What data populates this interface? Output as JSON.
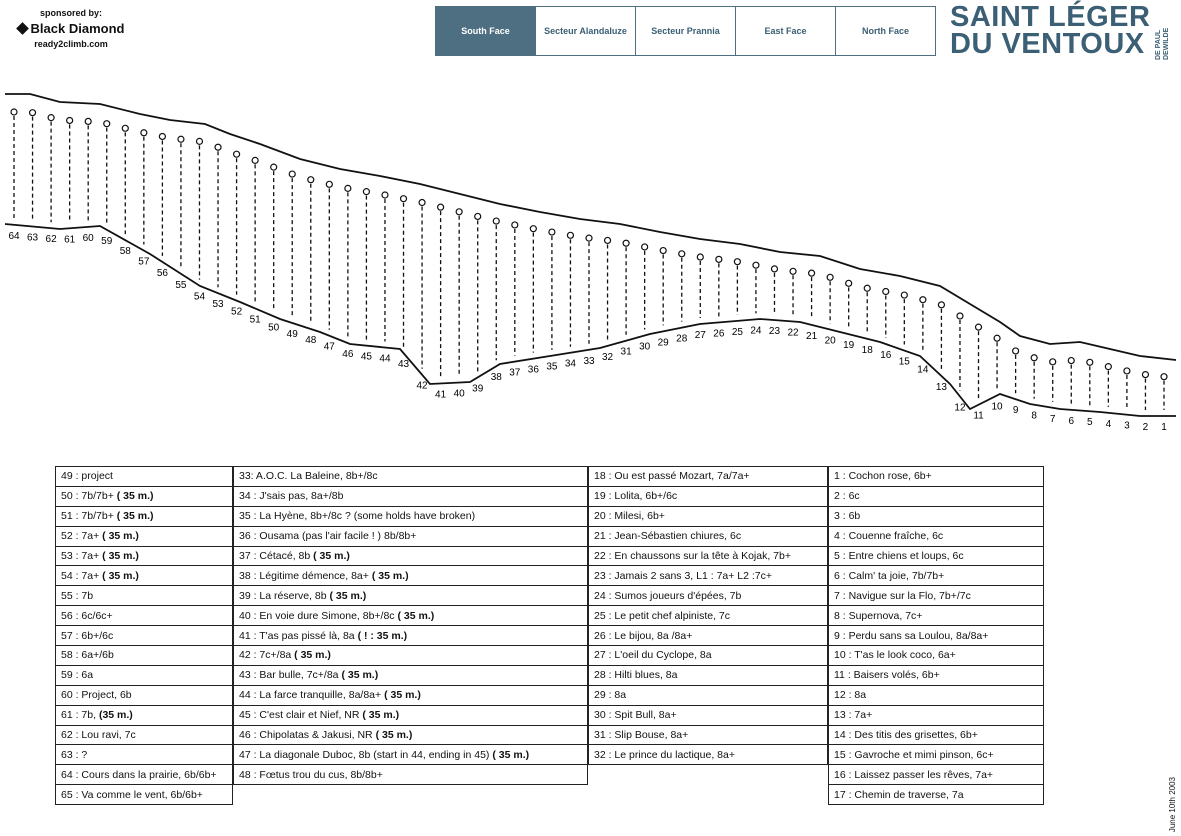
{
  "sponsor": {
    "label": "sponsored by:",
    "brand": "Black Diamond",
    "url": "ready2climb.com"
  },
  "tabs": [
    {
      "label": "South Face",
      "active": true
    },
    {
      "label": "Secteur Alandaluze",
      "active": false
    },
    {
      "label": "Secteur Prannia",
      "active": false
    },
    {
      "label": "East Face",
      "active": false
    },
    {
      "label": "North Face",
      "active": false
    }
  ],
  "logo": {
    "line1": "SAINT LÉGER",
    "line2": "DU VENTOUX",
    "side": "DE PAUL DEWILDE"
  },
  "topo": {
    "labels": [
      "64",
      "63",
      "62",
      "61",
      "60",
      "59",
      "58",
      "57",
      "56",
      "55",
      "54",
      "53",
      "52",
      "51",
      "50",
      "49",
      "48",
      "47",
      "46",
      "45",
      "44",
      "43",
      "42",
      "41",
      "40",
      "39",
      "38",
      "37",
      "36",
      "35",
      "34",
      "33",
      "32",
      "31",
      "30",
      "29",
      "28",
      "27",
      "26",
      "25",
      "24",
      "23",
      "22",
      "21",
      "20",
      "19",
      "18",
      "16",
      "15",
      "14",
      "13",
      "12",
      "11",
      "10",
      "9",
      "8",
      "7",
      "6",
      "5",
      "4",
      "3",
      "2",
      "1"
    ]
  },
  "routes": {
    "col1": [
      {
        "name": "49 : project"
      },
      {
        "name": "50 : 7b/7b+",
        "bold": "( 35 m.)"
      },
      {
        "name": "51 : 7b/7b+",
        "bold": "( 35 m.)"
      },
      {
        "name": "52 : 7a+",
        "bold": "( 35 m.)"
      },
      {
        "name": "53 : 7a+",
        "bold": "( 35 m.)"
      },
      {
        "name": "54 : 7a+",
        "bold": "( 35 m.)"
      },
      {
        "name": "55 : 7b"
      },
      {
        "name": "56 : 6c/6c+"
      },
      {
        "name": "57 : 6b+/6c"
      },
      {
        "name": "58 : 6a+/6b"
      },
      {
        "name": "59 : 6a"
      },
      {
        "name": "60 : Project, 6b"
      },
      {
        "name": "61 : 7b,",
        "bold": "(35 m.)"
      },
      {
        "name": "62 : Lou ravi, 7c"
      },
      {
        "name": "63 : ?"
      },
      {
        "name": "64 : Cours dans la prairie, 6b/6b+"
      },
      {
        "name": "65 : Va comme le vent, 6b/6b+"
      }
    ],
    "col2": [
      {
        "name": "33:  A.O.C. La Baleine, 8b+/8c"
      },
      {
        "name": "34 : J'sais pas, 8a+/8b"
      },
      {
        "name": "35 : La Hyène, 8b+/8c ? (some holds have broken)"
      },
      {
        "name": "36 : Ousama (pas l'air facile ! ) 8b/8b+"
      },
      {
        "name": "37 : Cétacé, 8b",
        "bold": "( 35 m.)"
      },
      {
        "name": "38 : Légitime démence, 8a+",
        "bold": "( 35 m.)"
      },
      {
        "name": "39 : La réserve, 8b",
        "bold": "( 35 m.)"
      },
      {
        "name": "40 : En voie dure Simone, 8b+/8c",
        "bold": "( 35 m.)"
      },
      {
        "name": "41 : T'as pas pissé là, 8a",
        "bold": "( ! : 35 m.)"
      },
      {
        "name": "42 : 7c+/8a",
        "bold": "( 35 m.)"
      },
      {
        "name": "43 : Bar bulle, 7c+/8a",
        "bold": "( 35 m.)"
      },
      {
        "name": "44 : La farce tranquille, 8a/8a+",
        "bold": "( 35 m.)"
      },
      {
        "name": "45 : C'est clair et Nief, NR",
        "bold": "( 35 m.)"
      },
      {
        "name": "46 : Chipolatas & Jakusi, NR",
        "bold": "( 35 m.)"
      },
      {
        "name": "47 : La diagonale Duboc, 8b (start in 44, ending in 45)",
        "bold": "( 35 m.)"
      },
      {
        "name": "48 : Fœtus trou du cus, 8b/8b+"
      }
    ],
    "col3": [
      {
        "name": "18 : Ou est passé Mozart, 7a/7a+"
      },
      {
        "name": "19 : Lolita, 6b+/6c"
      },
      {
        "name": "20 : Milesi, 6b+"
      },
      {
        "name": "21 : Jean-Sébastien chiures, 6c"
      },
      {
        "name": "22 : En chaussons sur la tête à Kojak, 7b+"
      },
      {
        "name": "23 : Jamais 2 sans 3, L1 : 7a+ L2 :7c+"
      },
      {
        "name": "24 : Sumos joueurs d'épées, 7b"
      },
      {
        "name": "25 : Le petit chef alpiniste, 7c"
      },
      {
        "name": "26 : Le bijou, 8a /8a+"
      },
      {
        "name": "27 : L'oeil du Cyclope, 8a"
      },
      {
        "name": "28 : Hilti blues, 8a"
      },
      {
        "name": "29 : 8a"
      },
      {
        "name": "30 : Spit Bull, 8a+"
      },
      {
        "name": "31 : Slip Bouse, 8a+"
      },
      {
        "name": "32 : Le prince du lactique, 8a+"
      }
    ],
    "col4": [
      {
        "name": "1 : Cochon rose, 6b+"
      },
      {
        "name": "2 : 6c"
      },
      {
        "name": "3 : 6b"
      },
      {
        "name": "4 : Couenne fraîche, 6c"
      },
      {
        "name": "5 : Entre chiens et loups, 6c"
      },
      {
        "name": "6 : Calm' ta joie, 7b/7b+"
      },
      {
        "name": "7 : Navigue sur la Flo, 7b+/7c"
      },
      {
        "name": "8 : Supernova, 7c+"
      },
      {
        "name": "9 : Perdu sans sa Loulou, 8a/8a+"
      },
      {
        "name": "10 : T'as le look coco, 6a+"
      },
      {
        "name": "11 : Baisers volés, 6b+"
      },
      {
        "name": "12 : 8a"
      },
      {
        "name": "13 : 7a+"
      },
      {
        "name": "14 : Des titis des grisettes, 6b+"
      },
      {
        "name": "15 : Gavroche et mimi pinson, 6c+"
      },
      {
        "name": "16 : Laissez passer les rêves, 7a+"
      },
      {
        "name": "17 : Chemin de traverse, 7a"
      }
    ]
  },
  "date": "June 10th 2003"
}
